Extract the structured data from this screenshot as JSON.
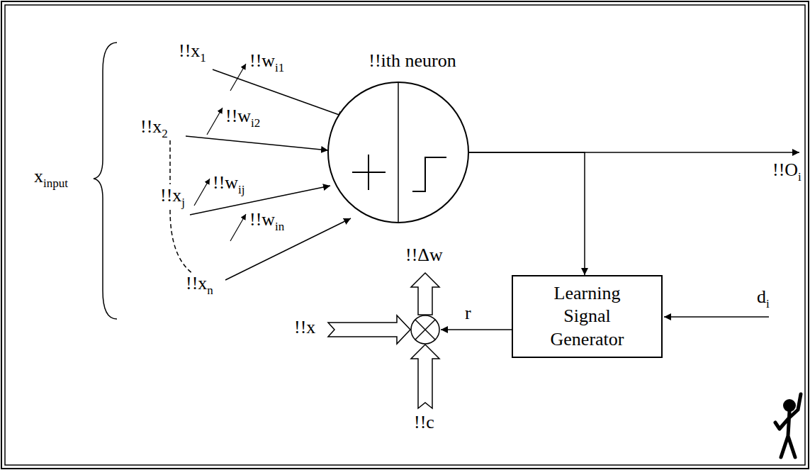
{
  "diagram": {
    "nodes": [
      {
        "text": [
          "!!ith neuron"
        ]
      },
      {
        "text": [
          "Learning Signal Generator"
        ]
      }
    ],
    "edges": [
      {
        "from": 0,
        "to": 1,
        "arrow": "to"
      }
    ],
    "labels": [
      "xinput",
      "!!x1",
      "!!wi1",
      "!!x2",
      "!!wi2",
      "!!wij",
      "!!xj",
      "!!win",
      "!!xn",
      "!!Oi",
      "!!Δw",
      "!!x",
      "r",
      "!!c",
      "di"
    ]
  }
}
